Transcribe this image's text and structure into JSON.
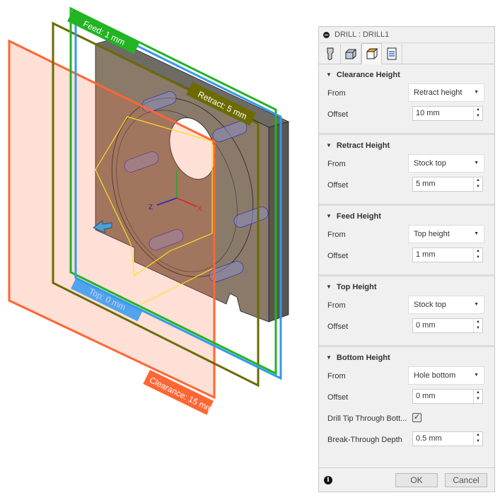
{
  "viewport": {
    "labels": {
      "feed": "Feed: 1 mm",
      "retract": "Retract: 5 mm",
      "top": "Top: 0 mm",
      "clearance": "Clearance: 15 mm"
    },
    "axes": {
      "x": "X",
      "z": "Z"
    },
    "colors": {
      "clearance": "#ff6633",
      "retract": "#6b6b00",
      "feed": "#22b422",
      "top": "#3399ee",
      "stock": "#8a7a6a"
    }
  },
  "panel": {
    "title": "DRILL : DRILL1",
    "tabs": [
      {
        "icon": "tool-icon"
      },
      {
        "icon": "geometry-icon"
      },
      {
        "icon": "heights-icon"
      },
      {
        "icon": "cycle-icon"
      }
    ],
    "sections": [
      {
        "title": "Clearance Height",
        "from_label": "From",
        "from_value": "Retract height",
        "offset_label": "Offset",
        "offset_value": "10 mm"
      },
      {
        "title": "Retract Height",
        "from_label": "From",
        "from_value": "Stock top",
        "offset_label": "Offset",
        "offset_value": "5 mm"
      },
      {
        "title": "Feed Height",
        "from_label": "From",
        "from_value": "Top height",
        "offset_label": "Offset",
        "offset_value": "1 mm"
      },
      {
        "title": "Top Height",
        "from_label": "From",
        "from_value": "Stock top",
        "offset_label": "Offset",
        "offset_value": "0 mm"
      },
      {
        "title": "Bottom Height",
        "from_label": "From",
        "from_value": "Hole bottom",
        "offset_label": "Offset",
        "offset_value": "0 mm",
        "drill_tip_label": "Drill Tip Through Bott...",
        "drill_tip_checked": true,
        "break_label": "Break-Through Depth",
        "break_value": "0.5 mm"
      }
    ],
    "ok": "OK",
    "cancel": "Cancel"
  }
}
